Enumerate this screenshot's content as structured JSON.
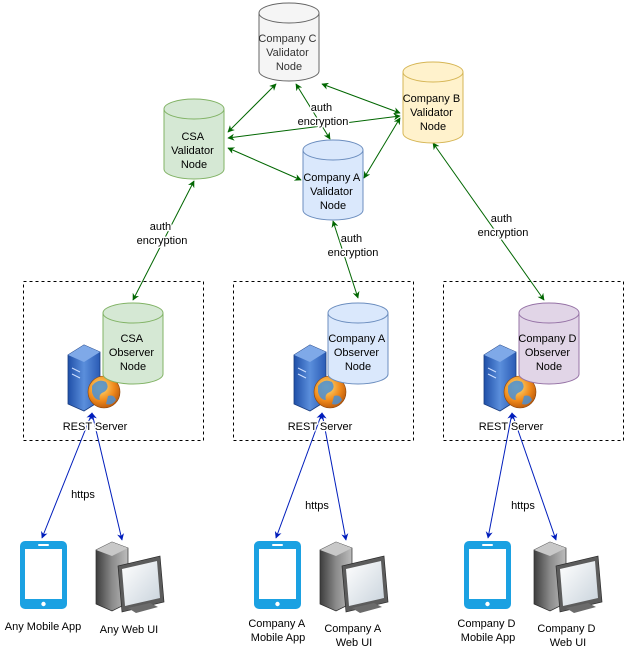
{
  "colors": {
    "grey_fill": "#f5f5f5",
    "grey_stroke": "#666666",
    "green_fill": "#d5e8d4",
    "green_stroke": "#82b366",
    "blue_fill": "#dae8fc",
    "blue_stroke": "#6c8ebf",
    "yellow_fill": "#fff2cc",
    "yellow_stroke": "#d6b656",
    "purple_fill": "#e1d5e7",
    "purple_stroke": "#9673a6",
    "green_arrow": "#006600",
    "blue_arrow": "#001DBC",
    "device_blue": "#1ba1e2"
  },
  "validators": {
    "company_c": [
      "Company C",
      "Validator",
      "Node"
    ],
    "csa": [
      "CSA",
      "Validator",
      "Node"
    ],
    "company_b": [
      "Company B",
      "Validator",
      "Node"
    ],
    "company_a": [
      "Company A",
      "Validator",
      "Node"
    ]
  },
  "observers": {
    "csa": [
      "CSA",
      "Observer",
      "Node"
    ],
    "company_a": [
      "Company A",
      "Observer",
      "Node"
    ],
    "company_d": [
      "Company D",
      "Observer",
      "Node"
    ]
  },
  "server_label": "REST Server",
  "edge_labels": {
    "auth_encryption": [
      "auth",
      "encryption"
    ],
    "https": "https"
  },
  "clients": {
    "csa": {
      "mobile": [
        "Any Mobile App"
      ],
      "web": [
        "Any Web UI"
      ]
    },
    "company_a": {
      "mobile": [
        "Company A",
        "Mobile App"
      ],
      "web": [
        "Company A",
        "Web UI"
      ]
    },
    "company_d": {
      "mobile": [
        "Company D",
        "Mobile App"
      ],
      "web": [
        "Company D",
        "Web UI"
      ]
    }
  }
}
